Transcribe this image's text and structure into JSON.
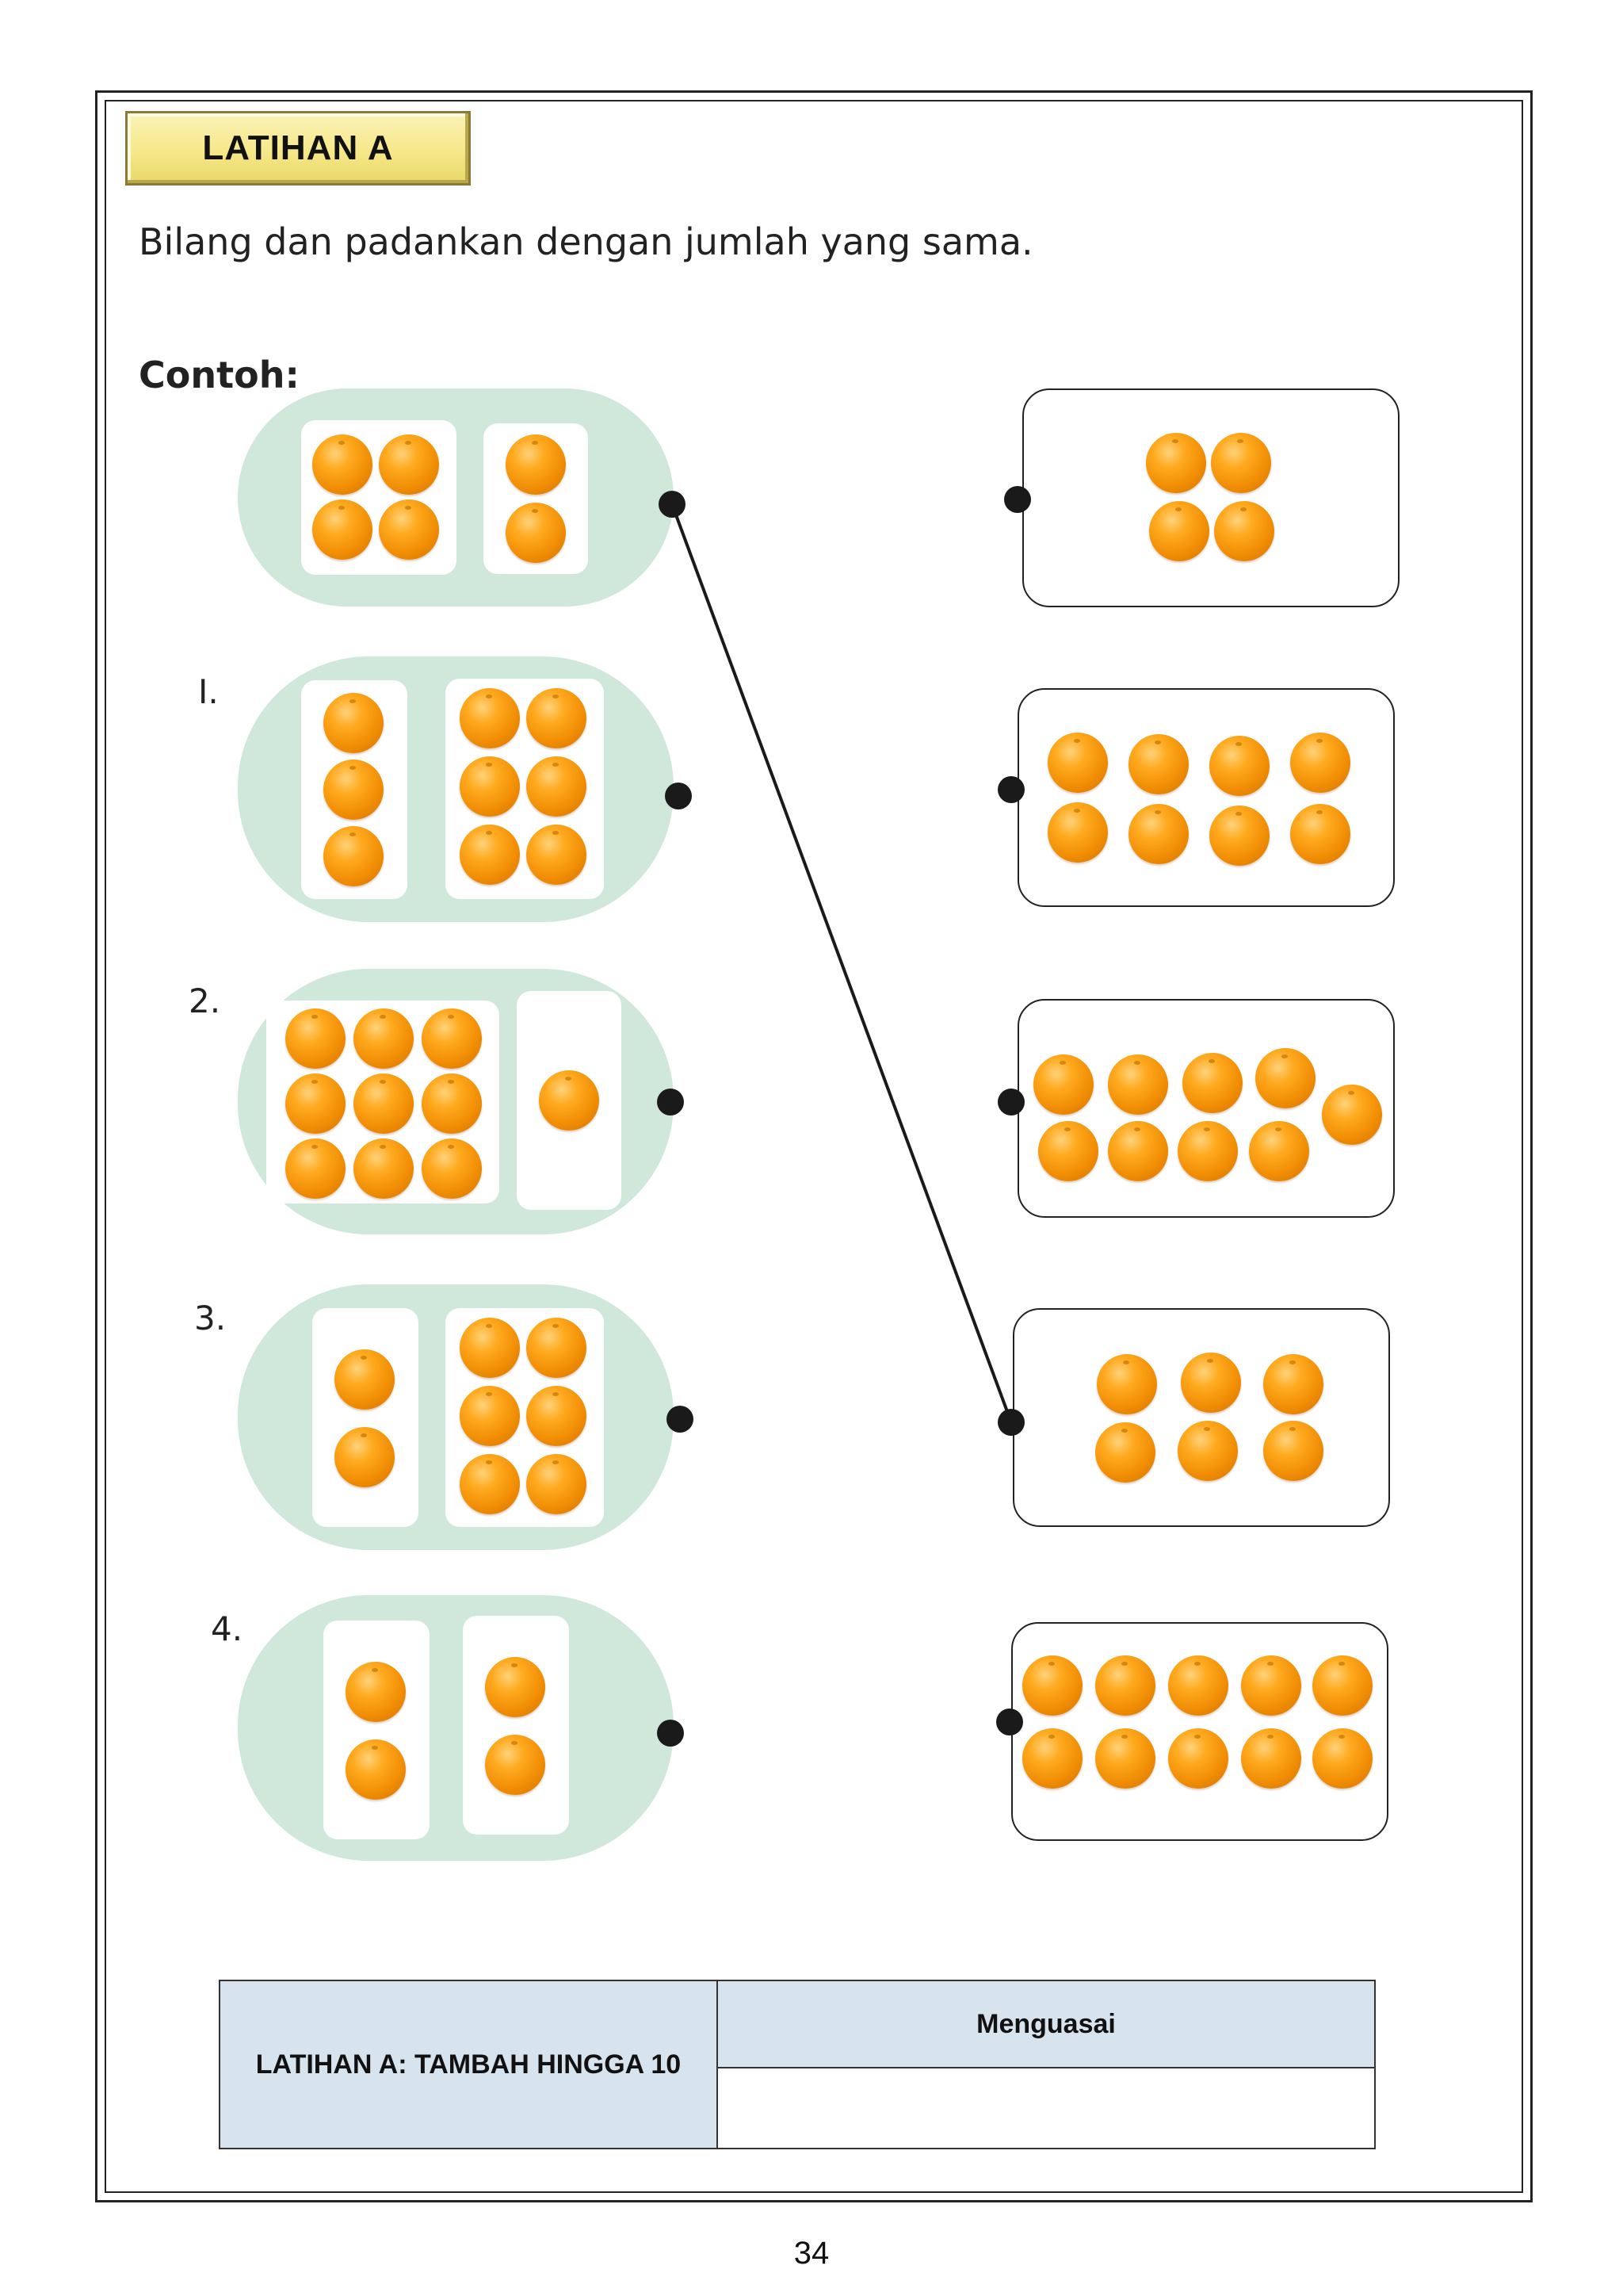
{
  "exercise": {
    "title": "LATIHAN A",
    "instruction": "Bilang dan padankan dengan jumlah yang sama.",
    "example_label": "Contoh:"
  },
  "questions": [
    {
      "label": "",
      "left_group_count": 4,
      "right_group_count": 2
    },
    {
      "label": "I.",
      "left_group_count": 3,
      "right_group_count": 6
    },
    {
      "label": "2.",
      "left_group_count": 9,
      "right_group_count": 1
    },
    {
      "label": "3.",
      "left_group_count": 2,
      "right_group_count": 6
    },
    {
      "label": "4.",
      "left_group_count": 2,
      "right_group_count": 2
    }
  ],
  "answers": [
    {
      "count": 4
    },
    {
      "count": 8
    },
    {
      "count": 9
    },
    {
      "count": 6
    },
    {
      "count": 10
    }
  ],
  "example_match": {
    "question": 0,
    "answer": 3
  },
  "score_table": {
    "label": "LATIHAN A:  TAMBAH HINGGA 10",
    "header": "Menguasai",
    "value": ""
  },
  "page_number": "34",
  "colors": {
    "pill": "#cfe8d9",
    "orange": "#f39a0c",
    "badge": "#f6e889",
    "table_header": "#d7e4ee"
  }
}
